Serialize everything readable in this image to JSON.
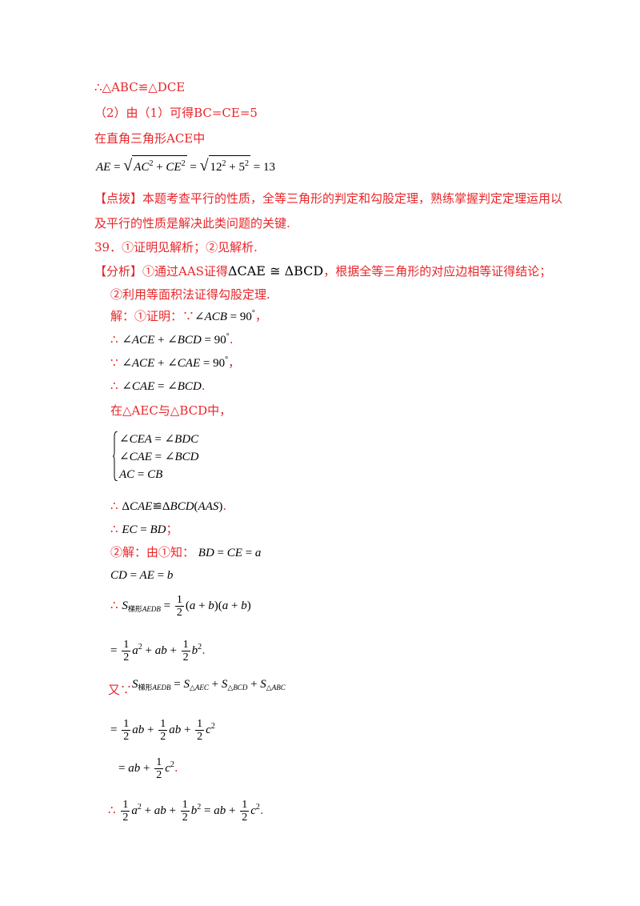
{
  "lines": {
    "l1": "∴△ABC≌△DCE",
    "l2": "（2）由（1）可得BC=CE=5",
    "l3": "在直角三角形ACE中",
    "l5": "【点拨】本题考查平行的性质，全等三角形的判定和勾股定理，熟练掌握判定定理运用以",
    "l6": "及平行的性质是解决此类问题的关键.",
    "l7": "39．①证明见解析；②见解析.",
    "l8a": "【分析】①通过AAS证得",
    "l8b": "ΔCAE ≅ ΔBCD",
    "l8c": "，根据全等三角形的对应边相等证得结论；",
    "l9": "②利用等面积法证得勾股定理.",
    "l10a": "解：①证明：∵",
    "therefore": "∴",
    "because": "∵",
    "l14": "在△AEC与△BCD中，",
    "l20a": "②解：由①知：",
    "you": "又∵",
    "ti": "梯形",
    "period": ".",
    "comma": "，",
    "semicolon": "；"
  }
}
